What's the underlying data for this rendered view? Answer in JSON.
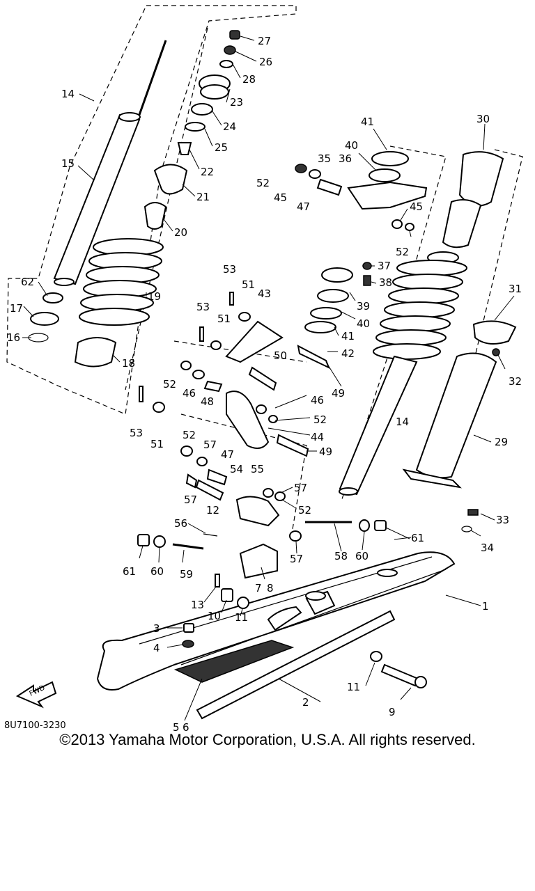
{
  "diagram": {
    "code": "8U7100-3230",
    "fwd_label": "FWD",
    "parts": [
      "1",
      "2",
      "3",
      "4",
      "5",
      "6",
      "7",
      "8",
      "9",
      "10",
      "11",
      "12",
      "13",
      "14",
      "15",
      "16",
      "17",
      "18",
      "19",
      "20",
      "21",
      "22",
      "23",
      "24",
      "25",
      "26",
      "27",
      "28",
      "29",
      "30",
      "31",
      "32",
      "33",
      "34",
      "35",
      "36",
      "37",
      "38",
      "39",
      "40",
      "41",
      "42",
      "43",
      "44",
      "45",
      "46",
      "47",
      "48",
      "49",
      "50",
      "51",
      "52",
      "53",
      "54",
      "55",
      "56",
      "57",
      "58",
      "59",
      "60",
      "61",
      "62"
    ]
  },
  "footer": {
    "copyright": "©2013 Yamaha Motor Corporation, U.S.A. All rights reserved."
  }
}
